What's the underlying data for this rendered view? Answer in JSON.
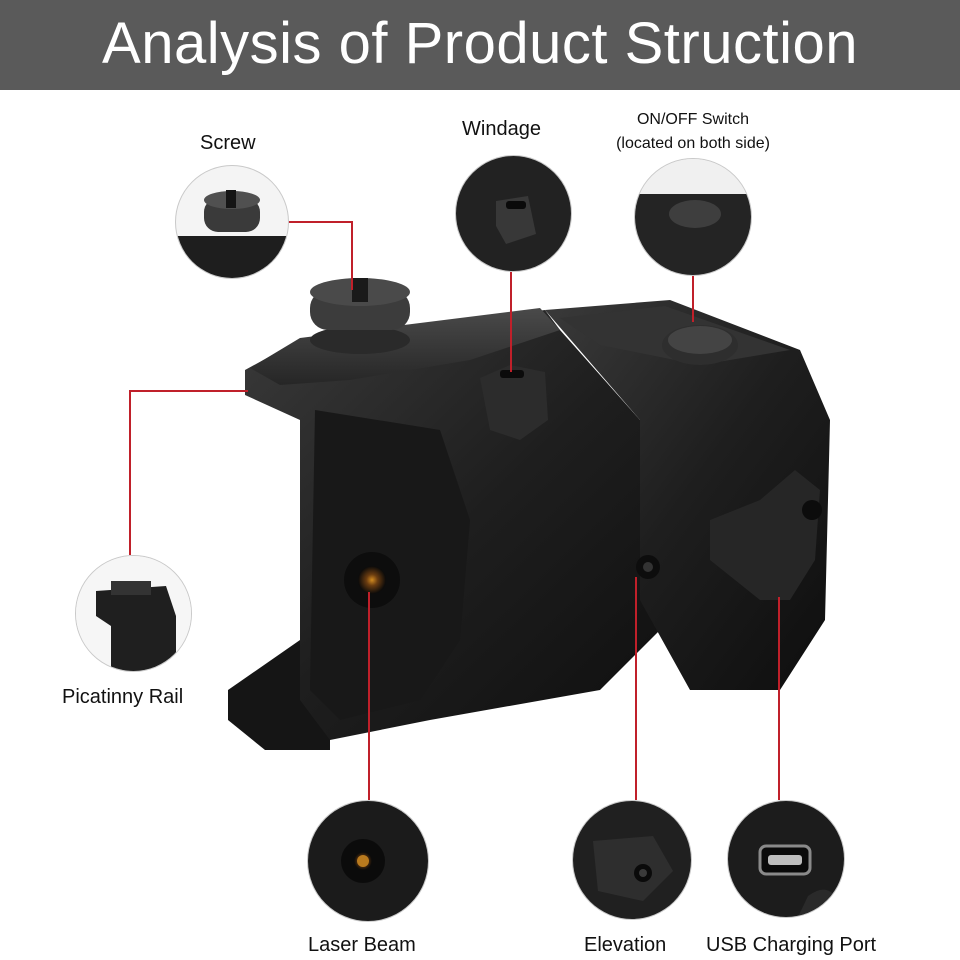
{
  "header": {
    "title": "Analysis of Product Struction"
  },
  "labels": {
    "screw": "Screw",
    "windage": "Windage",
    "switch_line1": "ON/OFF Switch",
    "switch_line2": "(located on both side)",
    "rail": "Picatinny Rail",
    "laser": "Laser Beam",
    "elevation": "Elevation",
    "usb": "USB Charging Port"
  },
  "colors": {
    "banner": "#5a5a5a",
    "leader_line": "#c0202a",
    "device": "#1c1c1c"
  }
}
